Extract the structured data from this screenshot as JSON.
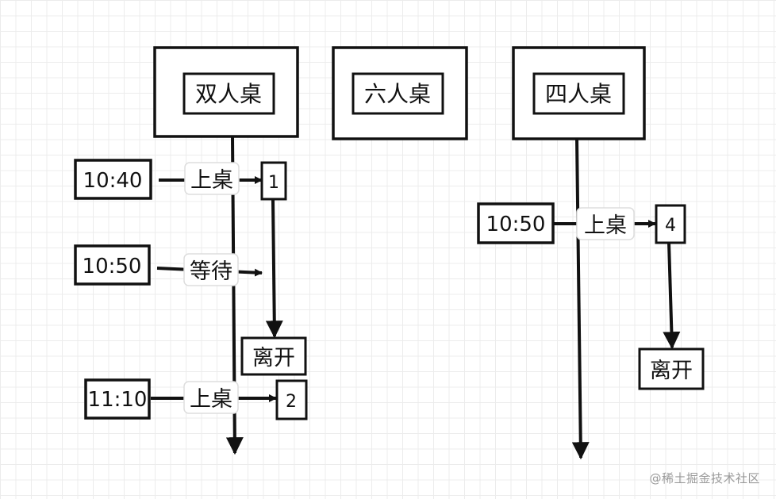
{
  "tables": [
    {
      "name": "双人桌"
    },
    {
      "name": "六人桌"
    },
    {
      "name": "四人桌"
    }
  ],
  "events": [
    {
      "time": "10:40",
      "action": "上桌",
      "slot": "1"
    },
    {
      "time": "10:50",
      "action": "等待"
    },
    {
      "time": "11:10",
      "action": "上桌",
      "slot": "2"
    },
    {
      "time": "10:50",
      "action": "上桌",
      "slot": "4"
    }
  ],
  "leave_labels": [
    "离开",
    "离开"
  ],
  "watermark": "@稀土掘金技术社区"
}
